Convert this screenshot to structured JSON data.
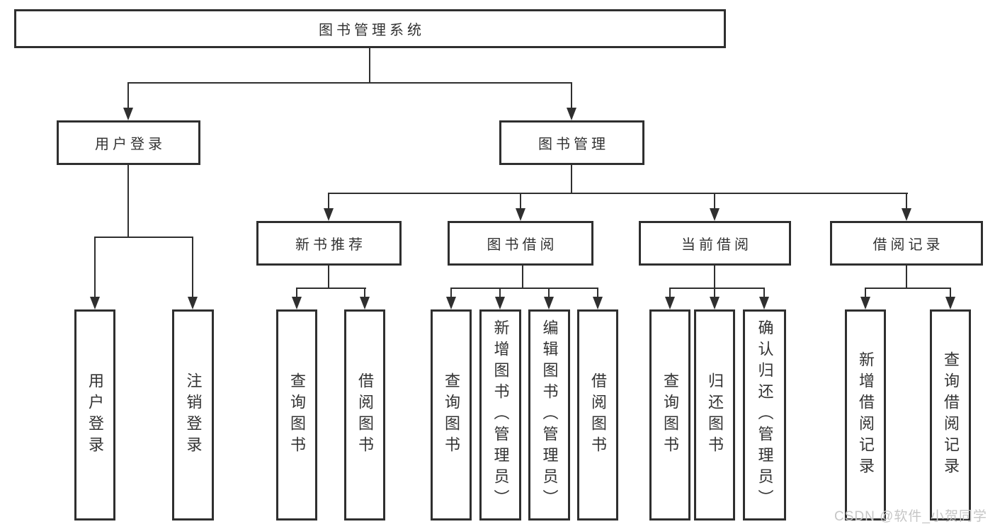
{
  "tree": {
    "root": "图书管理系统",
    "user_login": {
      "label": "用户登录",
      "children": [
        "用户登录",
        "注销登录"
      ]
    },
    "book_mgmt": {
      "label": "图书管理",
      "children": {
        "new_book_rec": {
          "label": "新书推荐",
          "children": [
            "查询图书",
            "借阅图书"
          ]
        },
        "book_borrow": {
          "label": "图书借阅",
          "children": [
            "查询图书",
            "新增图书（管理员）",
            "编辑图书（管理员）",
            "借阅图书"
          ]
        },
        "current_borrow": {
          "label": "当前借阅",
          "children": [
            "查询图书",
            "归还图书",
            "确认归还（管理员）"
          ]
        },
        "borrow_record": {
          "label": "借阅记录",
          "children": [
            "新增借阅记录",
            "查询借阅记录"
          ]
        }
      }
    }
  },
  "watermark": "CSDN @软件_小贺同学"
}
